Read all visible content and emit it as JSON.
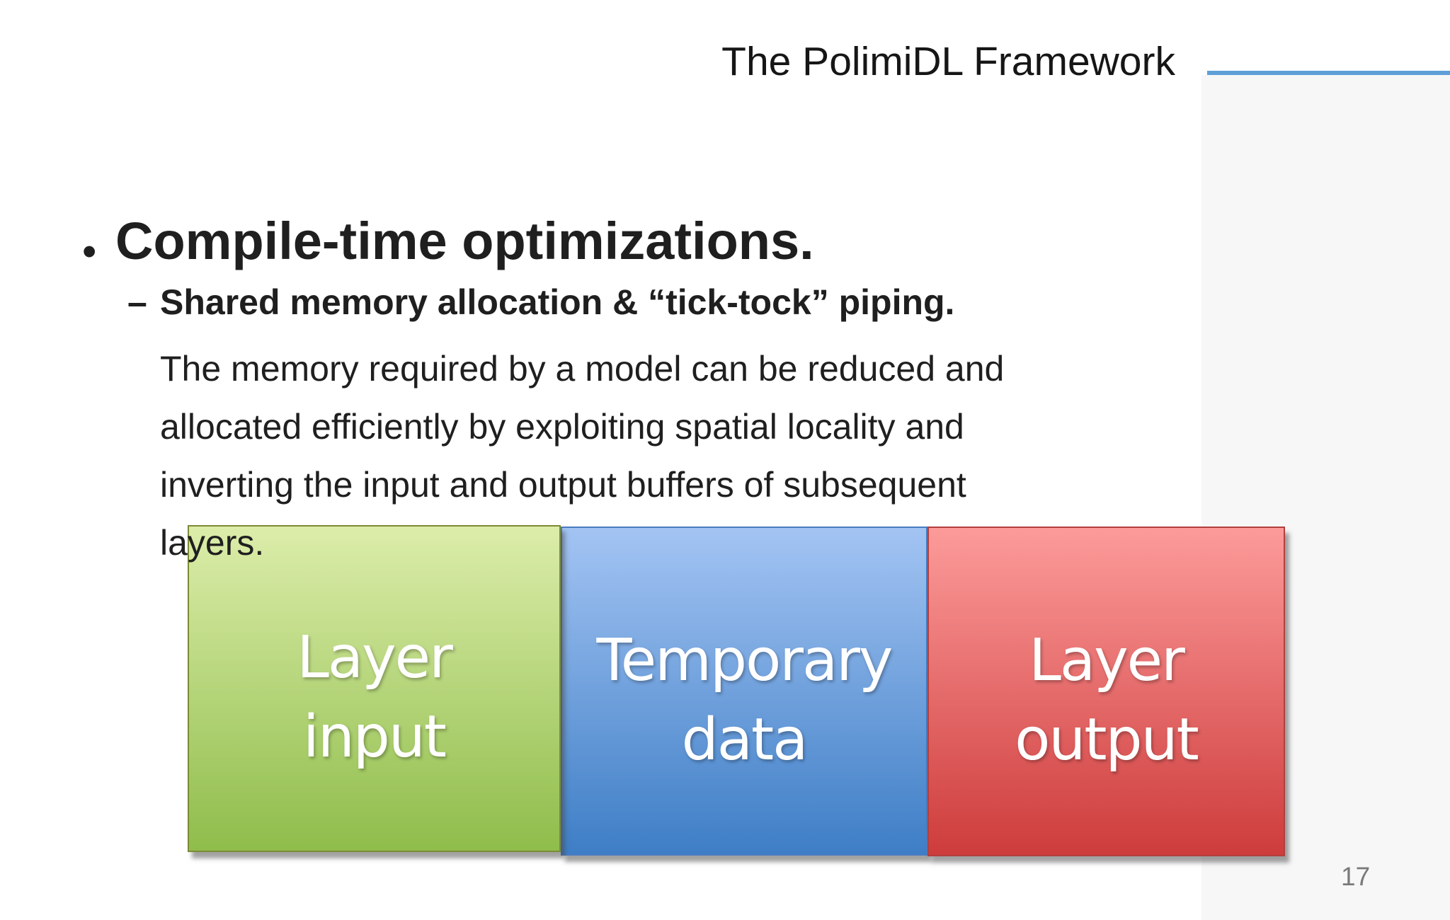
{
  "slide": {
    "title": "The PolimiDL Framework",
    "accent_color": "#5f9fd8",
    "page_number": "17",
    "bullets": {
      "marker": "•",
      "heading": "Compile-time optimizations.",
      "sub_marker": "–",
      "sub_heading": "Shared memory allocation & “tick-tock” piping.",
      "body": "The memory required by a model can be reduced and\nallocated efficiently by exploiting spatial locality and\ninverting the input and output buffers of subsequent\nlayers."
    },
    "diagram": {
      "boxes": [
        {
          "id": "layer-input",
          "label": "Layer\ninput",
          "top_color": "#dcedaa",
          "bottom_color": "#8fbd4b",
          "border_color": "#7c8a35"
        },
        {
          "id": "temporary-data",
          "label": "Temporary\ndata",
          "top_color": "#a3c4f3",
          "bottom_color": "#3e7ec6",
          "border_color": "#4a7cc0"
        },
        {
          "id": "layer-output",
          "label": "Layer\noutput",
          "top_color": "#fc9b9a",
          "bottom_color": "#ce3c3c",
          "border_color": "#b23f3e"
        }
      ]
    }
  }
}
